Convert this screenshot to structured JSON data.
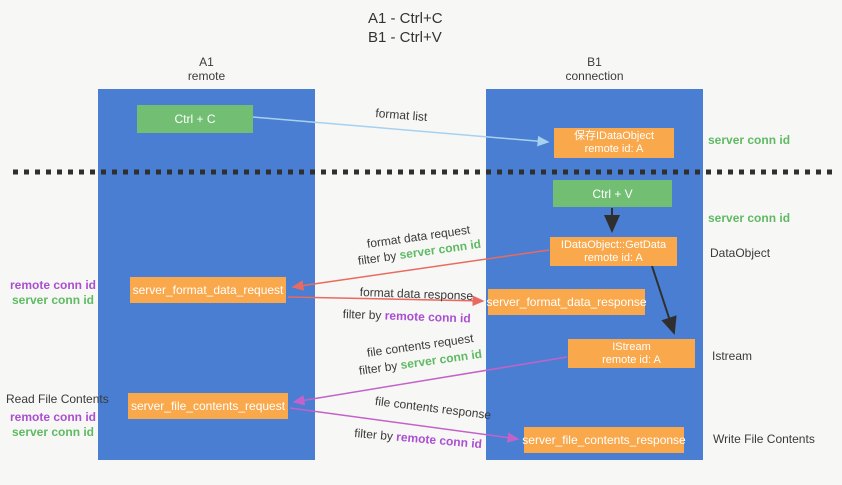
{
  "title": {
    "line1": "A1 - Ctrl+C",
    "line2": "B1 - Ctrl+V"
  },
  "lanes": {
    "left": {
      "name": "A1",
      "role": "remote"
    },
    "right": {
      "name": "B1",
      "role": "connection"
    }
  },
  "nodes": {
    "ctrl_c": {
      "label": "Ctrl + C"
    },
    "ctrl_v": {
      "label": "Ctrl + V"
    },
    "save_dataobject": {
      "line1": "保存IDataObject",
      "line2": "remote id: A"
    },
    "getdata": {
      "line1": "IDataObject::GetData",
      "line2": "remote id: A"
    },
    "istream": {
      "line1": "IStream",
      "line2": "remote id: A"
    },
    "format_request": {
      "label": "server_format_data_request"
    },
    "format_response": {
      "label": "server_format_data_response"
    },
    "file_request": {
      "label": "server_file_contents_request"
    },
    "file_response": {
      "label": "server_file_contents_response"
    }
  },
  "arrows": {
    "format_list": {
      "label": "format list"
    },
    "format_data_request": {
      "label": "format data request",
      "filter_by": "filter by",
      "filter_key": "server conn id"
    },
    "format_data_response": {
      "label": "format data response",
      "filter_by": "filter by",
      "filter_key": "remote conn id"
    },
    "file_contents_request": {
      "label": "file contents request",
      "filter_by": "filter by",
      "filter_key": "server conn id"
    },
    "file_contents_response": {
      "label": "file contents response",
      "filter_by": "filter by",
      "filter_key": "remote conn id"
    }
  },
  "side_labels": {
    "right_server_conn_id_top": "server conn id",
    "right_server_conn_id_mid": "server conn id",
    "dataobject": "DataObject",
    "istream": "Istream",
    "write_file_contents": "Write File Contents",
    "read_file_contents": "Read File Contents",
    "left_format": {
      "remote": "remote conn id",
      "server": "server conn id"
    },
    "left_file": {
      "remote": "remote conn id",
      "server": "server conn id"
    }
  },
  "colors": {
    "lane_blue": "#4a7ed2",
    "node_green": "#72bf74",
    "node_orange": "#f9a84b",
    "arrow_blue": "#a7d1f0",
    "arrow_red": "#e96a5f",
    "arrow_magenta": "#c362c8",
    "arrow_black": "#2f2f2f",
    "conn_id_green": "#5fba63",
    "conn_id_purple": "#ab4fd1",
    "text_dark": "#3a3a3a",
    "background": "#f7f7f6"
  }
}
